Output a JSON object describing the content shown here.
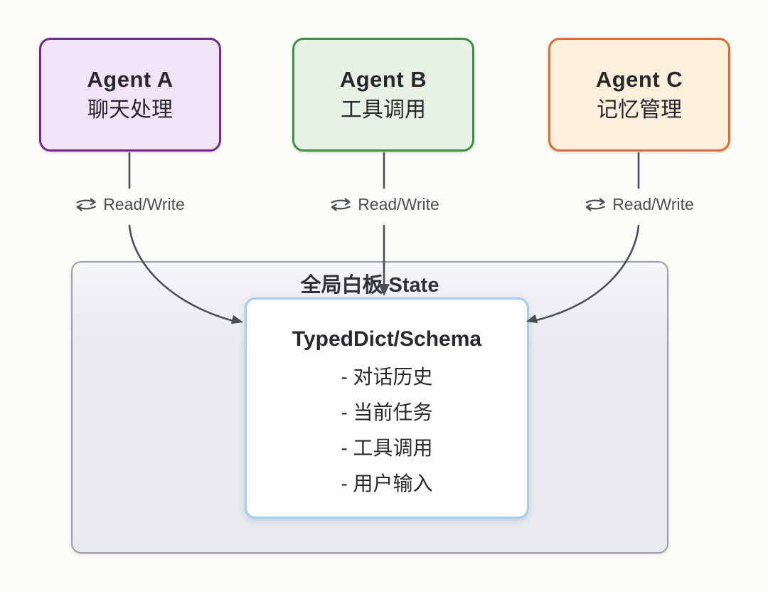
{
  "page": {
    "background": "#fcfcf8"
  },
  "agents": [
    {
      "title": "Agent A",
      "subtitle": "聊天处理",
      "fill": "#f3e3f8",
      "border": "#6f2b90"
    },
    {
      "title": "Agent B",
      "subtitle": "工具调用",
      "fill": "#e7f2e5",
      "border": "#3f8e46"
    },
    {
      "title": "Agent C",
      "subtitle": "记忆管理",
      "fill": "#fcefdc",
      "border": "#dd6e2b"
    }
  ],
  "connectors": [
    {
      "label": "Read/Write",
      "icon": "swap-arrows-icon"
    },
    {
      "label": "Read/Write",
      "icon": "swap-arrows-icon"
    },
    {
      "label": "Read/Write",
      "icon": "swap-arrows-icon"
    }
  ],
  "whiteboard": {
    "title": "全局白板 State",
    "fill": "#e8eaee",
    "border": "#99a0aa",
    "schema": {
      "title": "TypedDict/Schema",
      "items": [
        "- 对话历史",
        "- 当前任务",
        "- 工具调用",
        "- 用户输入"
      ],
      "fill": "#fdfdfb",
      "border": "#a5cdf0"
    }
  },
  "arrow_color": "#4a4f56"
}
